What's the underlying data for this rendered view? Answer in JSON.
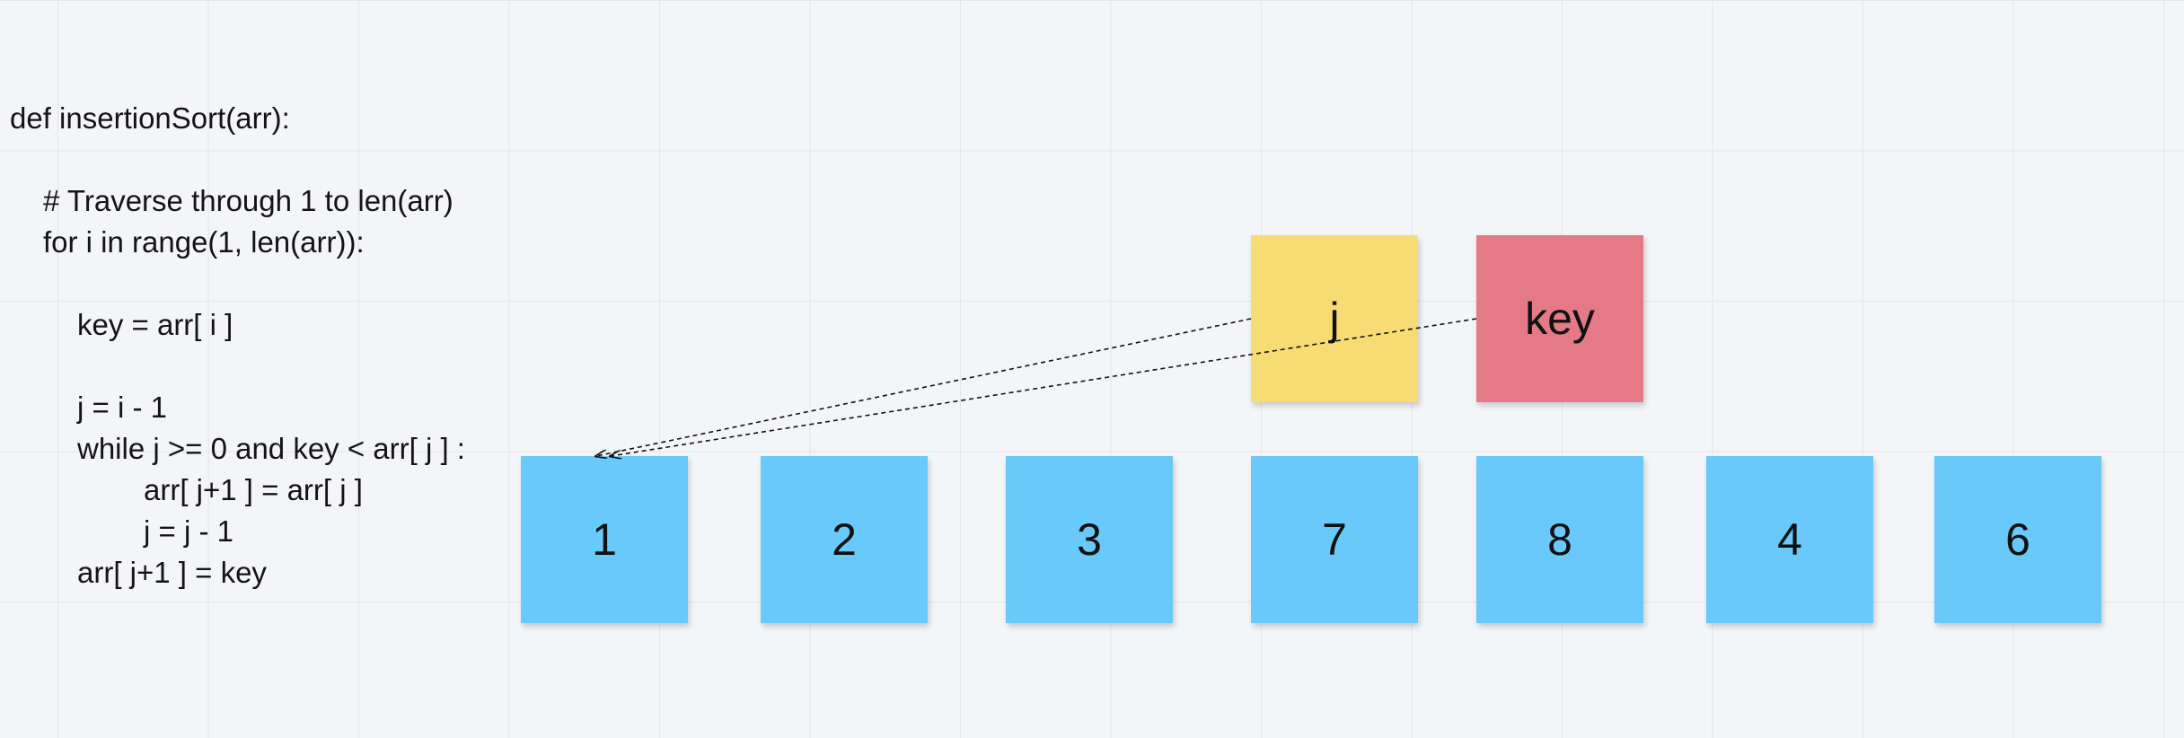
{
  "code": {
    "lines": [
      "def insertionSort(arr):",
      "# Traverse through 1 to len(arr)",
      "for i in range(1, len(arr)):",
      "key = arr[ i ]",
      "j = i - 1",
      "while j >= 0 and key < arr[ j ] :",
      "arr[ j+1 ] = arr[ j ]",
      "j = j - 1",
      "arr[ j+1 ] = key"
    ]
  },
  "array": {
    "values": [
      "1",
      "2",
      "3",
      "7",
      "8",
      "4",
      "6"
    ],
    "color": "#68c9fa"
  },
  "pointers": {
    "j_label": "j",
    "j_color": "#f7db73",
    "key_label": "key",
    "key_color": "#e57a86"
  }
}
